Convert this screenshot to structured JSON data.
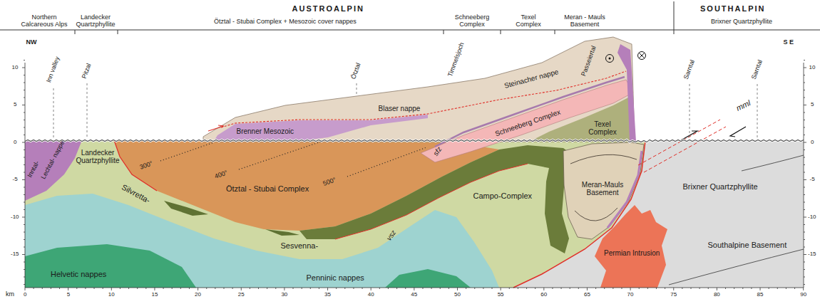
{
  "diagram": {
    "labels": [
      "AUSTROALPIN",
      "SOUTHALPIN",
      "Northern Calcareous Alps",
      "Landecker Quartzphyllite",
      "Ötztal - Stubai Complex + Mesozoic cover nappes",
      "Schneeberg Complex",
      "Texel Complex",
      "Meran - Mauls Basement",
      "Brixner Quartzphyllite",
      "NW",
      "S E",
      "Inn valley",
      "Pitzal",
      "Ötztal",
      "Timmelsjoch",
      "Passeiertal",
      "Sarntal",
      "Sarntal",
      "Brenner Mesozoic",
      "Blaser nappe",
      "Steinacher nappe",
      "Schneeberg Complex",
      "Texel Complex",
      "Inntal-",
      "Lechtal- nappe",
      "Landecker Quartzphyllite",
      "Ötztal - Stubai Complex",
      "Campo-Complex",
      "Silvretta-",
      "Sesvenna-",
      "Meran-Mauls Basement",
      "Brixner Quartzphyllite",
      "Helvetic nappes",
      "Penninic nappes",
      "Permian Intrusion",
      "Southalpine Basement",
      "sfz",
      "vsz",
      "mml",
      "300°",
      "400°",
      "500°",
      "10",
      "5",
      "0",
      "-5",
      "-10",
      "-15",
      "10",
      "5",
      "0",
      "-5",
      "-10",
      "-15",
      "km",
      "0",
      "5",
      "10",
      "15",
      "20",
      "25",
      "30",
      "35",
      "40",
      "45",
      "50",
      "55",
      "60",
      "65",
      "70",
      "75",
      "80",
      "85",
      "90"
    ]
  }
}
